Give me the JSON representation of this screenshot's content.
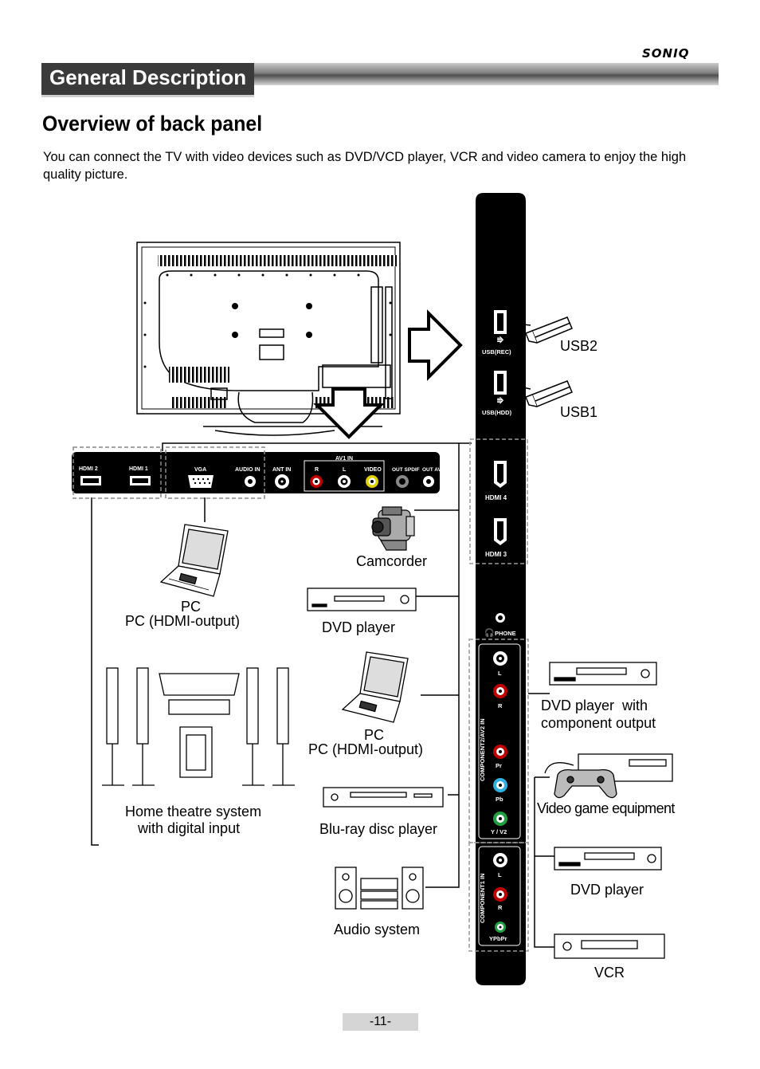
{
  "header": {
    "brand": "SONIQ",
    "section_title": "General Description"
  },
  "page": {
    "heading": "Overview of back panel",
    "intro": "You can connect the TV with video devices such as DVD/VCD player, VCR and video camera to enjoy the high quality picture.",
    "page_number": "-11-"
  },
  "bottom_panel": {
    "ports": [
      "HDMI 2",
      "HDMI 1",
      "VGA",
      "AUDIO IN",
      "ANT IN",
      "R",
      "L",
      "VIDEO",
      "OUT SPDIF",
      "OUT AV"
    ],
    "av1_group": "AV1 IN"
  },
  "side_panel": {
    "usb2_port": "USB(REC)",
    "usb1_port": "USB(HDD)",
    "hdmi4": "HDMI 4",
    "hdmi3": "HDMI 3",
    "phone": "PHONE",
    "component2_group": "COMPONENT2/AV2 IN",
    "component2_ports": [
      "L",
      "R",
      "Pr",
      "Pb",
      "Y / V2"
    ],
    "component1_group": "COMPONENT1 IN",
    "component1_ports": [
      "L",
      "R",
      "YPbPr"
    ]
  },
  "devices": {
    "usb2": "USB2",
    "usb1": "USB1",
    "camcorder": "Camcorder",
    "pc_top": [
      "PC",
      "PC (HDMI-output)"
    ],
    "dvd_player": "DVD player",
    "pc_mid": [
      "PC",
      "PC (HDMI-output)"
    ],
    "home_theatre": [
      "Home theatre system",
      "with digital input"
    ],
    "bluray": "Blu-ray disc player",
    "audio_system": "Audio system",
    "dvd_component": [
      "DVD player  with",
      "component output"
    ],
    "video_game": "Video game equipment",
    "dvd_player_right": "DVD player",
    "vcr": "VCR"
  }
}
